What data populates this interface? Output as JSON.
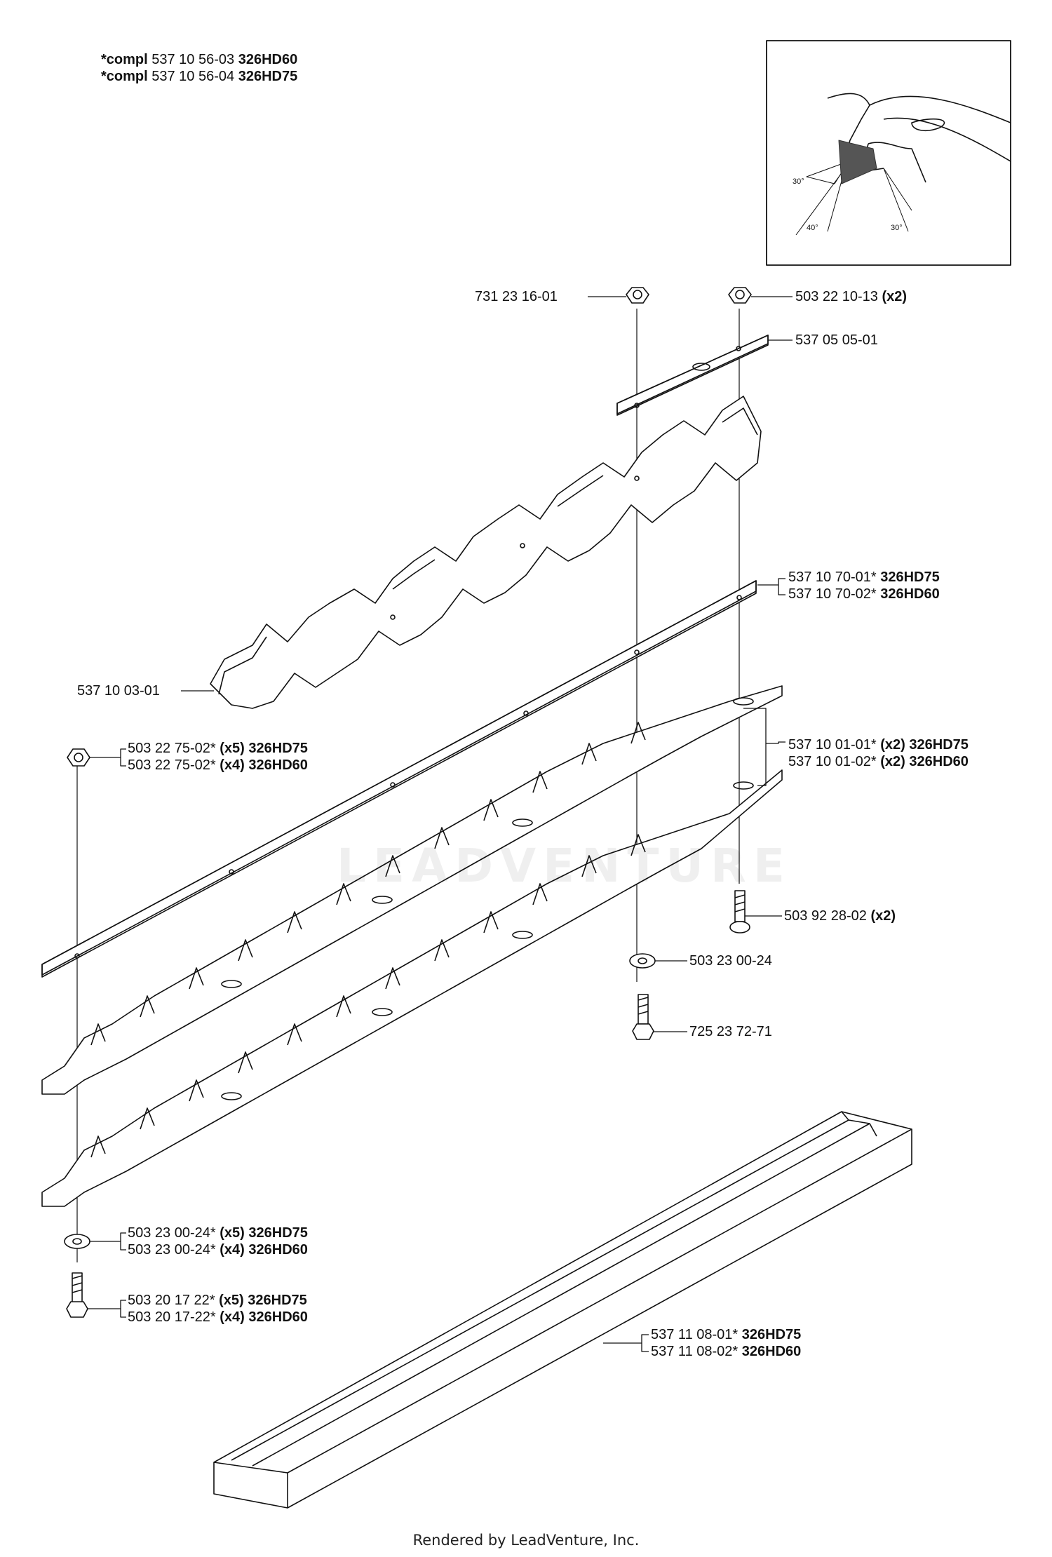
{
  "header": {
    "line1": {
      "prefix": "*compl",
      "num": "537 10 56-03",
      "model": "326HD60"
    },
    "line2": {
      "prefix": "*compl",
      "num": "537 10 56-04",
      "model": "326HD75"
    }
  },
  "inset_angles": [
    "30°",
    "40°",
    "30°"
  ],
  "callouts": {
    "c1": {
      "num": "731 23 16-01",
      "qty": "",
      "model": ""
    },
    "c2": {
      "num": "503 22 10-13",
      "qty": "(x2)",
      "model": ""
    },
    "c3": {
      "num": "537 05 05-01",
      "qty": "",
      "model": ""
    },
    "c4a": {
      "num": "537 10 70-01*",
      "qty": "",
      "model": "326HD75"
    },
    "c4b": {
      "num": "537 10 70-02*",
      "qty": "",
      "model": "326HD60"
    },
    "c5": {
      "num": "537 10 03-01",
      "qty": "",
      "model": ""
    },
    "c6a": {
      "num": "503 22 75-02*",
      "qty": "(x5)",
      "model": "326HD75"
    },
    "c6b": {
      "num": "503 22 75-02*",
      "qty": "(x4)",
      "model": "326HD60"
    },
    "c7a": {
      "num": "537 10 01-01*",
      "qty": "(x2)",
      "model": "326HD75"
    },
    "c7b": {
      "num": "537 10 01-02*",
      "qty": "(x2)",
      "model": "326HD60"
    },
    "c8": {
      "num": "503 92 28-02",
      "qty": "(x2)",
      "model": ""
    },
    "c9": {
      "num": "503 23 00-24",
      "qty": "",
      "model": ""
    },
    "c10": {
      "num": "725 23 72-71",
      "qty": "",
      "model": ""
    },
    "c11a": {
      "num": "503 23 00-24*",
      "qty": "(x5)",
      "model": "326HD75"
    },
    "c11b": {
      "num": "503 23 00-24*",
      "qty": "(x4)",
      "model": "326HD60"
    },
    "c12a": {
      "num": "503 20 17 22*",
      "qty": "(x5)",
      "model": "326HD75"
    },
    "c12b": {
      "num": "503 20 17-22*",
      "qty": "(x4)",
      "model": "326HD60"
    },
    "c13a": {
      "num": "537 11 08-01*",
      "qty": "",
      "model": "326HD75"
    },
    "c13b": {
      "num": "537 11 08-02*",
      "qty": "",
      "model": "326HD60"
    }
  },
  "watermark": "LEADVENTURE",
  "footer": "Rendered by LeadVenture, Inc."
}
